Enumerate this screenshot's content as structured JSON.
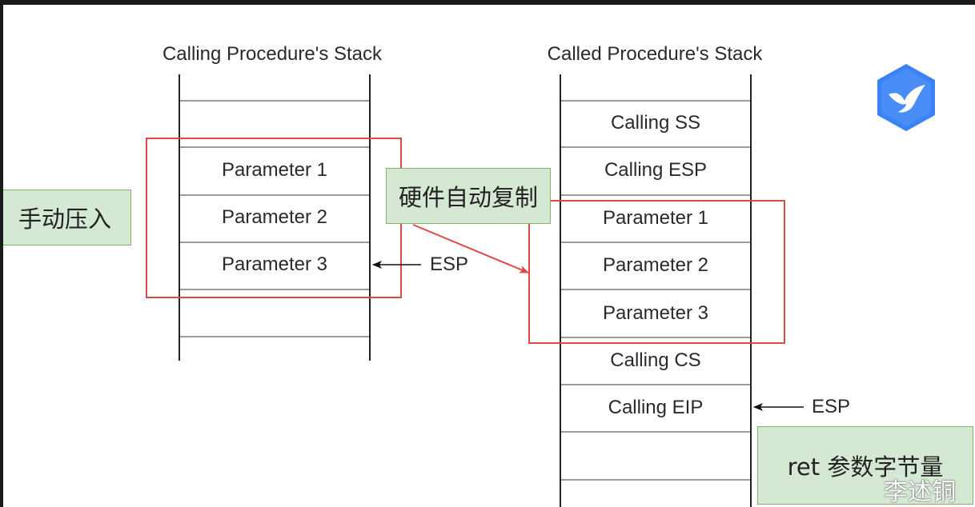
{
  "left_stack": {
    "title": "Calling Procedure's Stack",
    "cells": [
      "",
      "",
      "Parameter 1",
      "Parameter 2",
      "Parameter 3",
      "",
      ""
    ]
  },
  "right_stack": {
    "title": "Called Procedure's Stack",
    "cells": [
      "",
      "Calling SS",
      "Calling ESP",
      "Parameter 1",
      "Parameter 2",
      "Parameter 3",
      "Calling CS",
      "Calling EIP",
      "",
      ""
    ]
  },
  "pointers": {
    "left_esp": "ESP",
    "right_esp": "ESP"
  },
  "notes": {
    "manual_push": "手动压入",
    "hardware_copy": "硬件自动复制",
    "ret_bytes": "ret 参数字节量"
  },
  "watermark": "李述铜",
  "logo": {
    "icon": "bird-logo-icon",
    "color": "#3b82f6"
  },
  "colors": {
    "highlight_box": "#e04848",
    "note_fill": "#d5e8d4",
    "note_border": "#82b366"
  }
}
